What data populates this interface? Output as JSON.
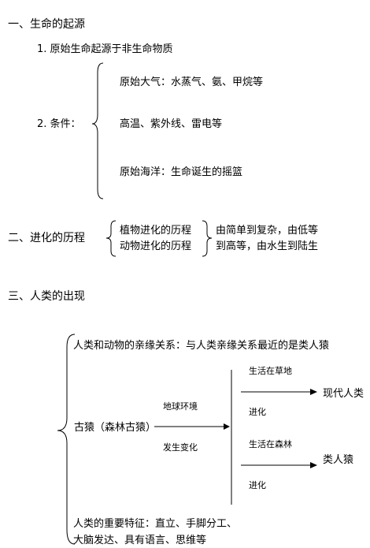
{
  "section1": {
    "heading": "一、生命的起源",
    "item1": "1. 原始生命起源于非生命物质",
    "item2_label": "2. 条件：",
    "conditions": [
      "原始大气：水蒸气、氨、甲烷等",
      "高温、紫外线、雷电等",
      "原始海洋：生命诞生的摇篮"
    ]
  },
  "section2": {
    "heading": "二、进化的历程",
    "plant": "植物进化的历程",
    "animal": "动物进化的历程",
    "desc_line1": "由简单到复杂，由低等",
    "desc_line2": "到高等，由水生到陆生"
  },
  "section3": {
    "heading": "三、人类的出现",
    "relation": "人类和动物的亲缘关系：与人类亲缘关系最近的是类人猿",
    "ancestor": "古猿（森林古猿）",
    "env_change_top": "地球环境",
    "env_change_bottom": "发生变化",
    "branch1_top": "生活在草地",
    "branch1_bottom": "进化",
    "branch1_result": "现代人类",
    "branch2_top": "生活在森林",
    "branch2_bottom": "进化",
    "branch2_result": "类人猿",
    "features_line1": "人类的重要特征：直立、手脚分工、",
    "features_line2": "大脑发达、具有语言、思维等"
  }
}
